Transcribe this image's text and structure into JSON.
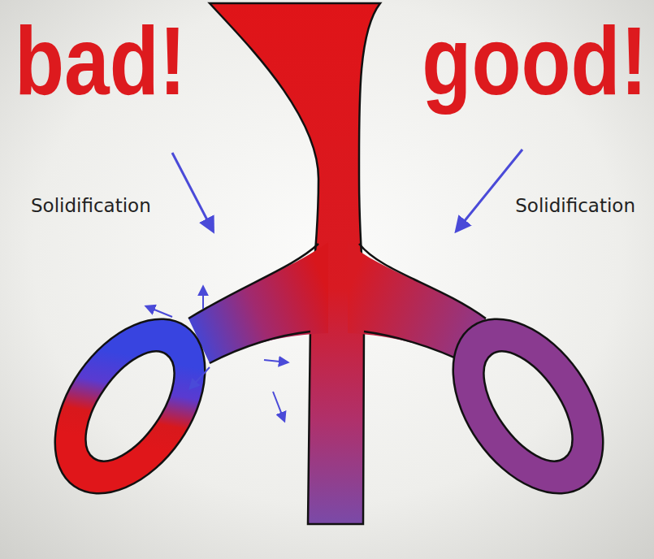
{
  "diagram": {
    "labels": [
      "bad!",
      "good!",
      "Solidification",
      "Solidification"
    ]
  }
}
